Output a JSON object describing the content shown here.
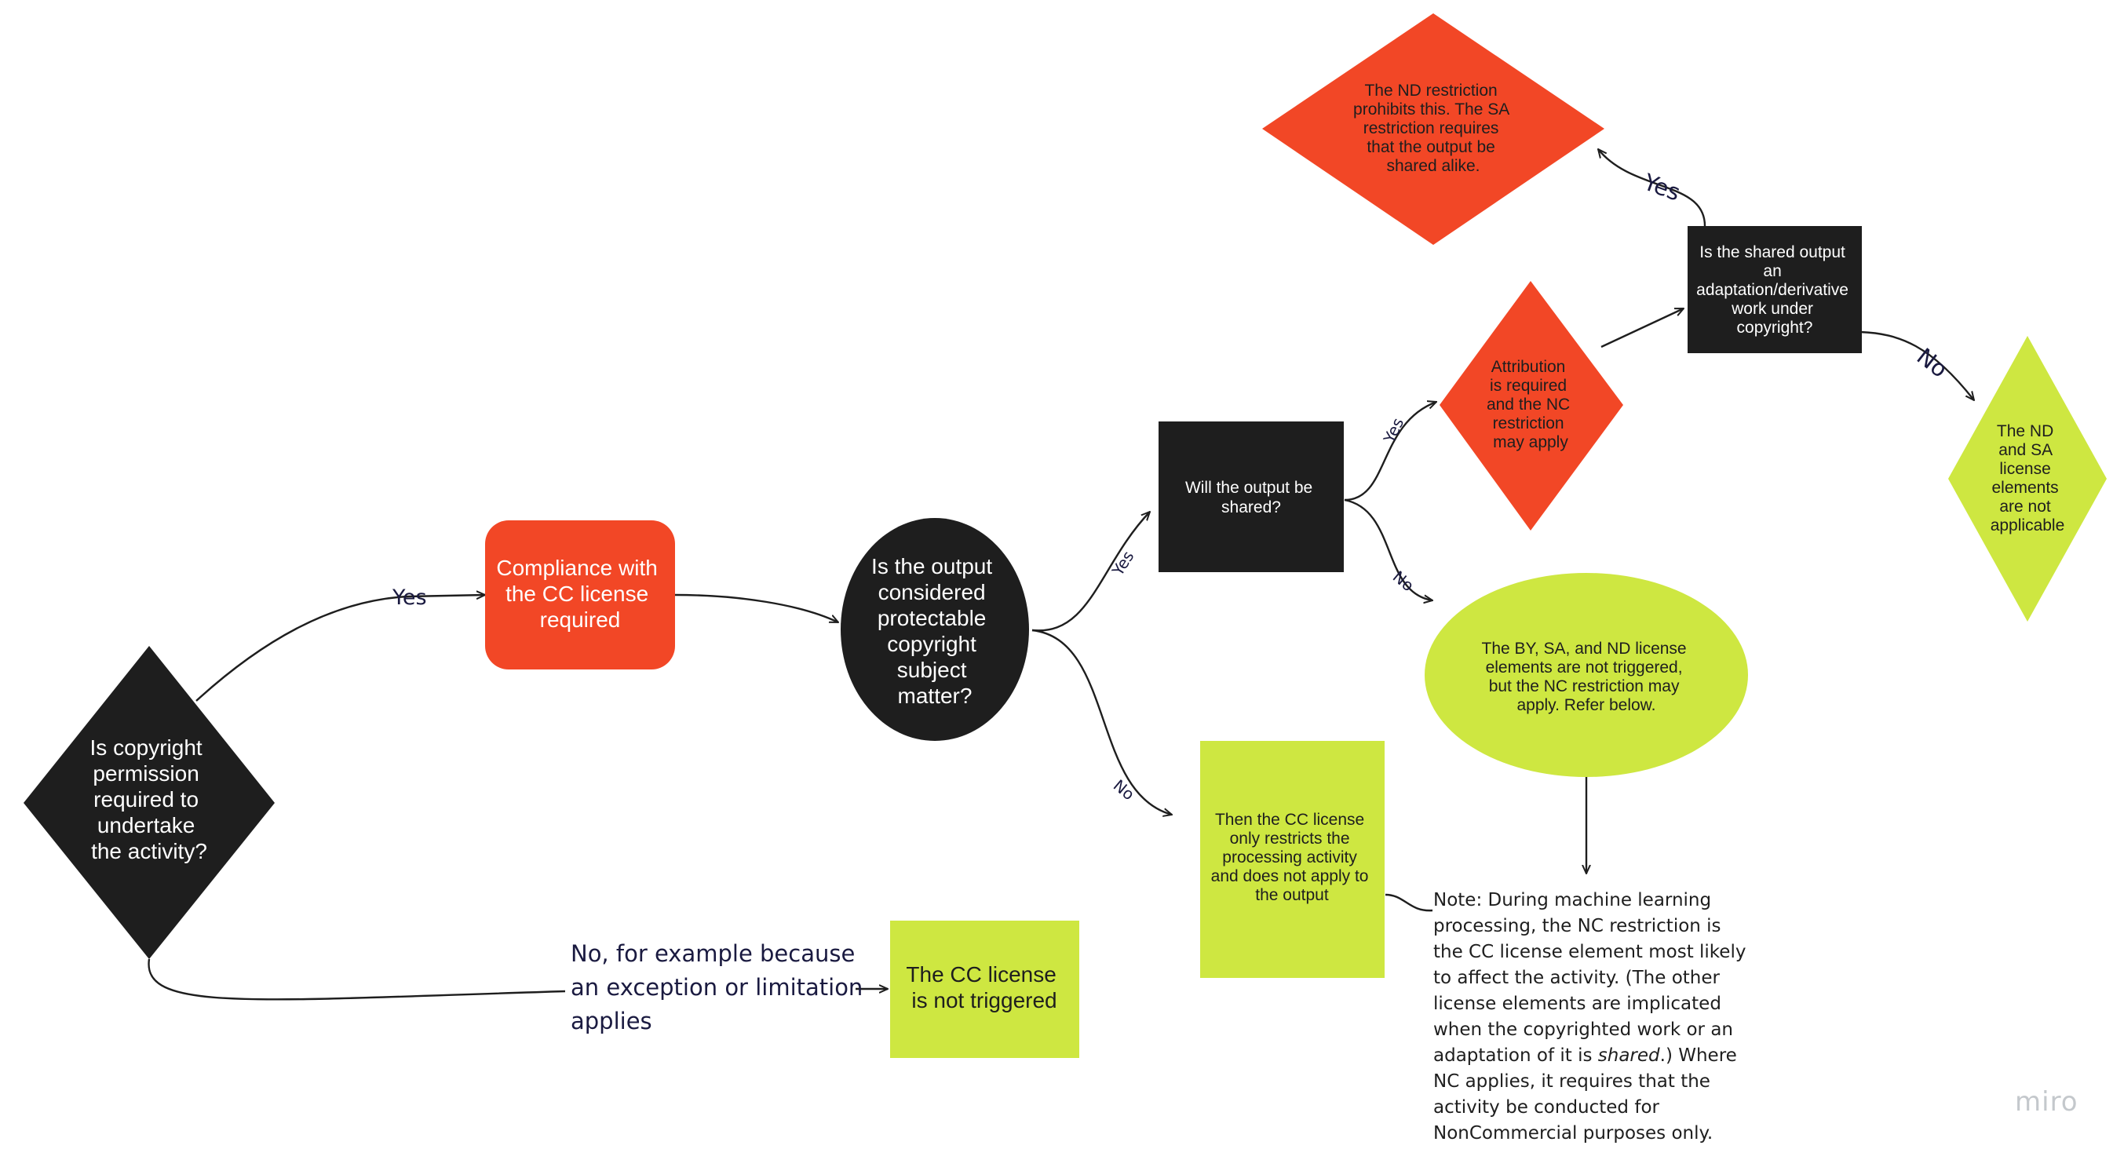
{
  "nodes": {
    "copyright_permission": [
      "Is copyright",
      "permission",
      "required to",
      "undertake",
      "the activity?"
    ],
    "compliance": [
      "Compliance with",
      "the CC license",
      "required"
    ],
    "output_protectable": [
      "Is the output",
      "considered",
      "protectable",
      "copyright",
      "subject",
      "matter?"
    ],
    "output_shared": [
      "Will the output be",
      "shared?"
    ],
    "attribution_required": [
      "Attribution",
      "is required",
      "and the NC",
      "restriction",
      "may apply"
    ],
    "shared_adaptation": [
      "Is the shared output",
      "an",
      "adaptation/derivative",
      "work under",
      "copyright?"
    ],
    "nd_sa_restriction": [
      "The ND restriction",
      "prohibits this. The SA",
      "restriction requires",
      "that the output be",
      "shared alike."
    ],
    "nd_sa_not_applicable": [
      "The ND",
      "and SA",
      "license",
      "elements",
      "are not",
      "applicable"
    ],
    "by_sa_nd_not_triggered": [
      "The BY, SA, and ND license",
      "elements are not triggered,",
      "but the NC restriction may",
      "apply. Refer below."
    ],
    "restricts_processing": [
      "Then the CC license",
      "only restricts the",
      "processing activity",
      "and does not apply to",
      "the output"
    ],
    "not_triggered": [
      "The CC license",
      "is not triggered"
    ]
  },
  "edge_labels": {
    "yes_compliance": "Yes",
    "yes_shared": "Yes",
    "no_processing": "No",
    "yes_attribution": "Yes",
    "no_not_triggered": "No",
    "yes_restriction": "Yes",
    "no_not_applicable": "No",
    "no_exception": [
      "No, for example because",
      " an exception or limitation",
      "applies"
    ]
  },
  "note": {
    "lines": [
      "Note: During machine learning",
      "processing, the NC restriction is",
      "the CC license element most likely",
      "to affect the activity. (The other",
      "license elements are implicated",
      "when the copyrighted work or an"
    ],
    "line7_before": "adaptation of it is ",
    "line7_italic": "shared",
    "line7_after": ".) Where",
    "lines_end": [
      "NC applies, it requires that the",
      "activity be conducted for",
      "NonCommercial purposes only."
    ]
  },
  "watermark": "miro",
  "colors": {
    "black": "#1e1e1e",
    "red": "#f24726",
    "lime": "#cee741",
    "edge_label": "#1a1a40"
  }
}
